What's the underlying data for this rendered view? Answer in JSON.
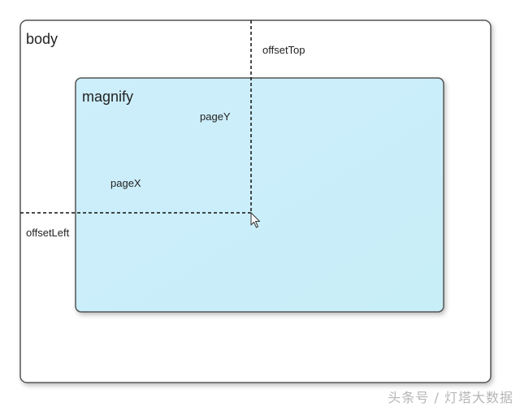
{
  "diagram": {
    "body_label": "body",
    "magnify_label": "magnify",
    "offset_top_label": "offsetTop",
    "offset_left_label": "offsetLeft",
    "page_y_label": "pageY",
    "page_x_label": "pageX",
    "watermark": "头条号 / 灯塔大数据",
    "pointer_icon": "mouse-pointer-icon"
  },
  "colors": {
    "body_fill": "#ffffff",
    "body_stroke": "#555555",
    "magnify_fill": "#cdeefa",
    "magnify_stroke": "#555555",
    "dashed_line": "#111111",
    "text": "#222222"
  }
}
